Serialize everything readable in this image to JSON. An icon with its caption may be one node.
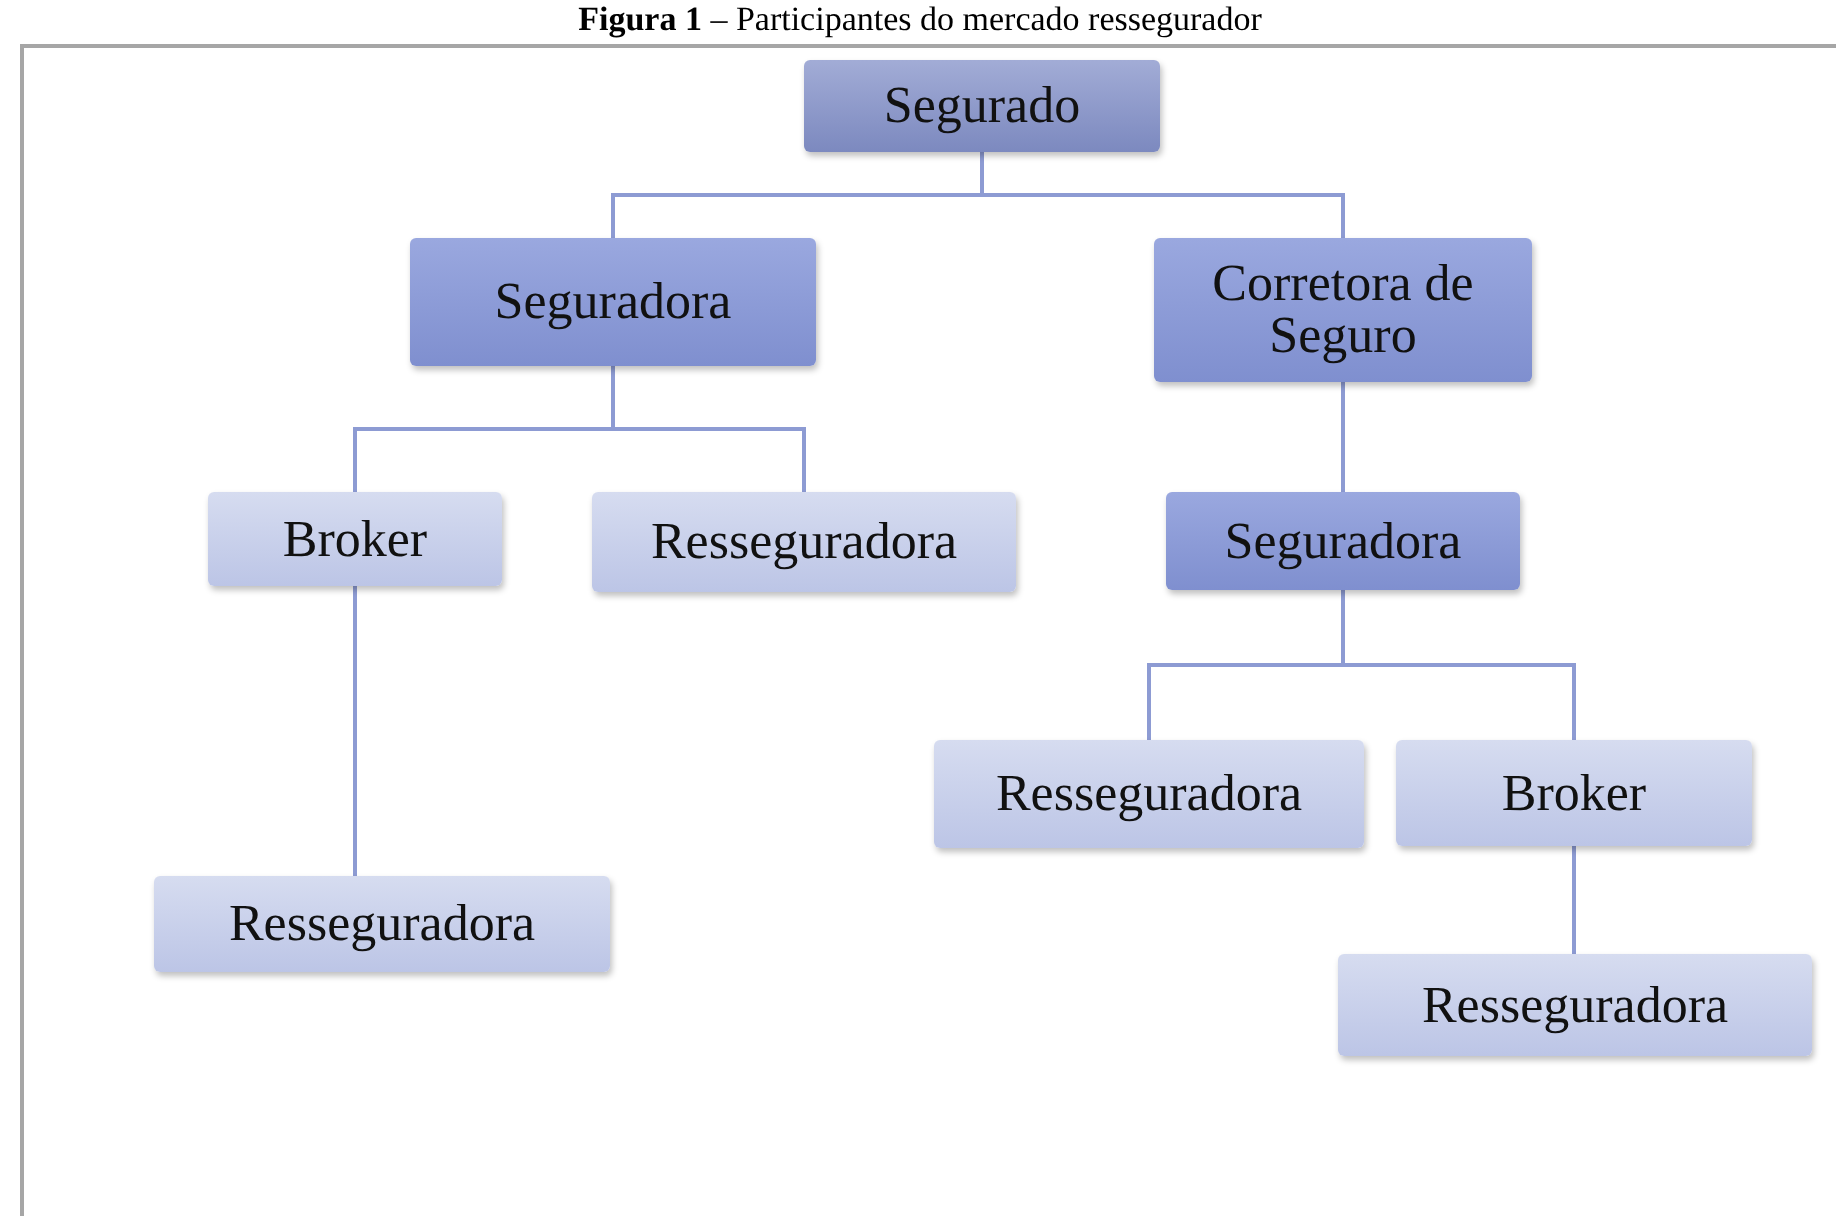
{
  "diagram": {
    "title": "**Figura 1** – Participantes do mercado ressegurador",
    "nodes": [
      {
        "text": [
          "Segurado"
        ]
      },
      {
        "text": [
          "Seguradora"
        ]
      },
      {
        "text": [
          "Corretora de Seguro"
        ]
      },
      {
        "text": [
          "Broker"
        ]
      },
      {
        "text": [
          "Resseguradora"
        ]
      },
      {
        "text": [
          "Seguradora"
        ]
      },
      {
        "text": [
          "Resseguradora"
        ]
      },
      {
        "text": [
          "Resseguradora"
        ]
      },
      {
        "text": [
          "Broker"
        ]
      },
      {
        "text": [
          "Resseguradora"
        ]
      }
    ],
    "edges": [
      {
        "from": 0,
        "to": 1,
        "arrow": "none"
      },
      {
        "from": 0,
        "to": 2,
        "arrow": "none"
      },
      {
        "from": 1,
        "to": 3,
        "arrow": "none"
      },
      {
        "from": 1,
        "to": 4,
        "arrow": "none"
      },
      {
        "from": 3,
        "to": 6,
        "arrow": "none"
      },
      {
        "from": 2,
        "to": 5,
        "arrow": "none"
      },
      {
        "from": 5,
        "to": 7,
        "arrow": "none"
      },
      {
        "from": 5,
        "to": 8,
        "arrow": "none"
      },
      {
        "from": 8,
        "to": 9,
        "arrow": "none"
      }
    ]
  }
}
